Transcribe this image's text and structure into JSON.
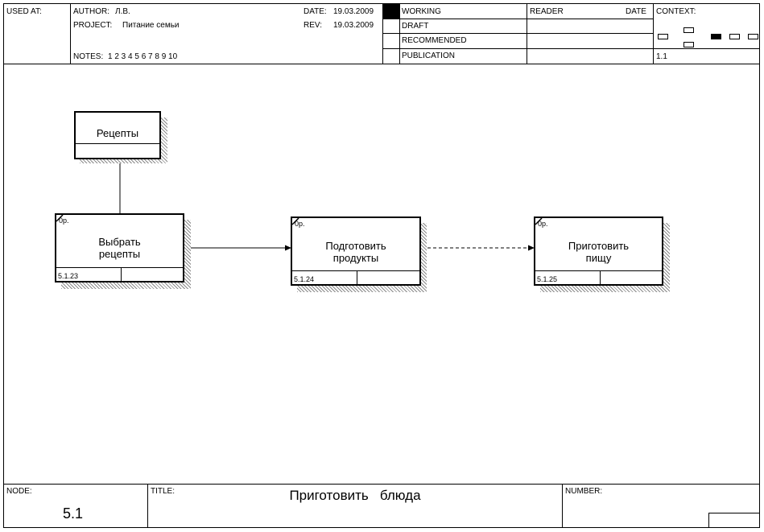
{
  "header": {
    "used_at": "USED AT:",
    "author_label": "AUTHOR:",
    "author": "Л.В.",
    "project_label": "PROJECT:",
    "project": "Питание семьи",
    "date_label": "DATE:",
    "date": "19.03.2009",
    "rev_label": "REV:",
    "rev": "19.03.2009",
    "notes_label": "NOTES:",
    "notes": "1  2  3  4  5  6  7  8  9  10",
    "status": [
      "WORKING",
      "DRAFT",
      "RECOMMENDED",
      "PUBLICATION"
    ],
    "reader_label": "READER",
    "reader_date_label": "DATE",
    "context_label": "CONTEXT:",
    "context_number": "1.1"
  },
  "diagram": {
    "data_store": {
      "label": "Рецепты"
    },
    "boxes": [
      {
        "label": "Выбрать\nрецепты",
        "op": "0р.",
        "number": "5.1.23"
      },
      {
        "label": "Подготовить\nпродукты",
        "op": "0р.",
        "number": "5.1.24"
      },
      {
        "label": "Приготовить\nпищу",
        "op": "0р.",
        "number": "5.1.25"
      }
    ]
  },
  "footer": {
    "node_label": "NODE:",
    "node": "5.1",
    "title_label": "TITLE:",
    "title": "Приготовить   блюда",
    "number_label": "NUMBER:"
  }
}
